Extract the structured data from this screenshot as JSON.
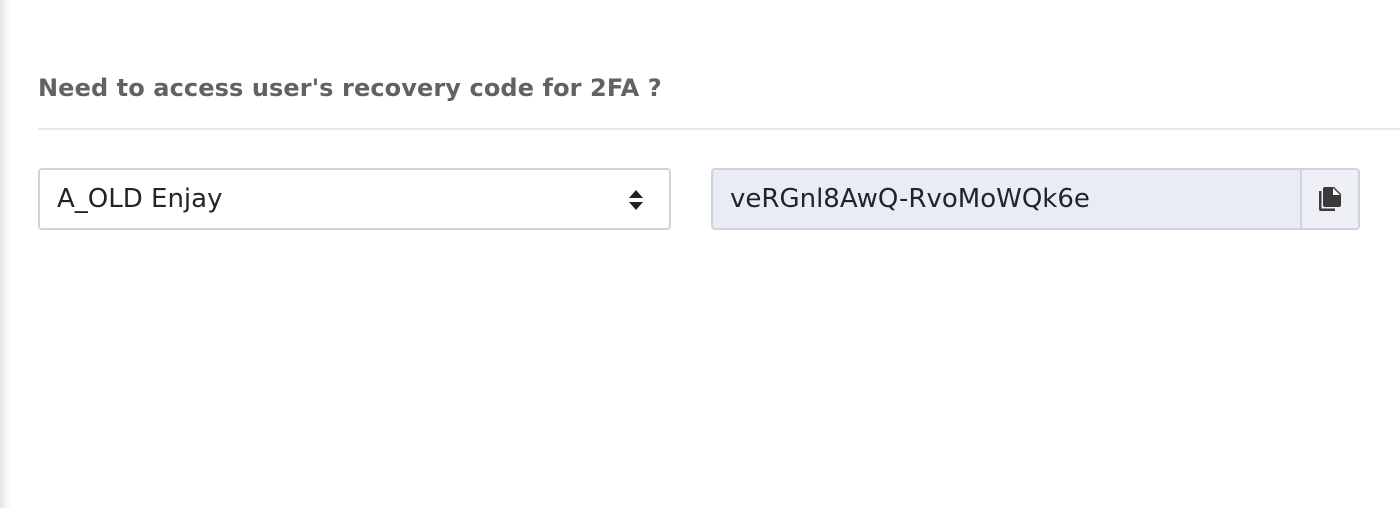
{
  "section": {
    "title": "Need to access user's recovery code for 2FA ?"
  },
  "user_select": {
    "selected_value": "A_OLD Enjay",
    "icon": "sort-arrows-icon"
  },
  "recovery_code": {
    "value": "veRGnl8AwQ-RvoMoWQk6e",
    "copy_icon": "copy-icon"
  }
}
